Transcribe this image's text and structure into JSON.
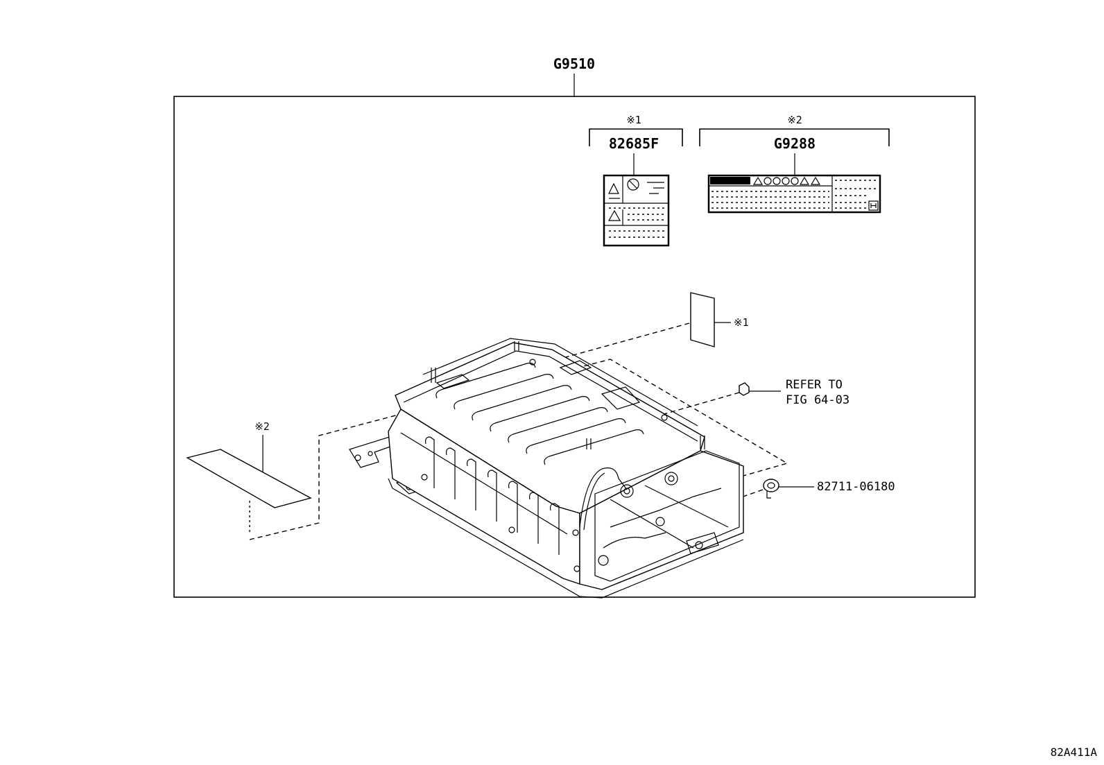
{
  "diagram": {
    "assembly_part_no": "G9510",
    "label1_part_no": "82685F",
    "label2_part_no": "G9288",
    "note1_mark": "※1",
    "note2_mark": "※2",
    "refer_line1": "REFER TO",
    "refer_line2": "FIG 64-03",
    "plug_part_no": "82711-06180",
    "figure_code": "82A411A"
  }
}
